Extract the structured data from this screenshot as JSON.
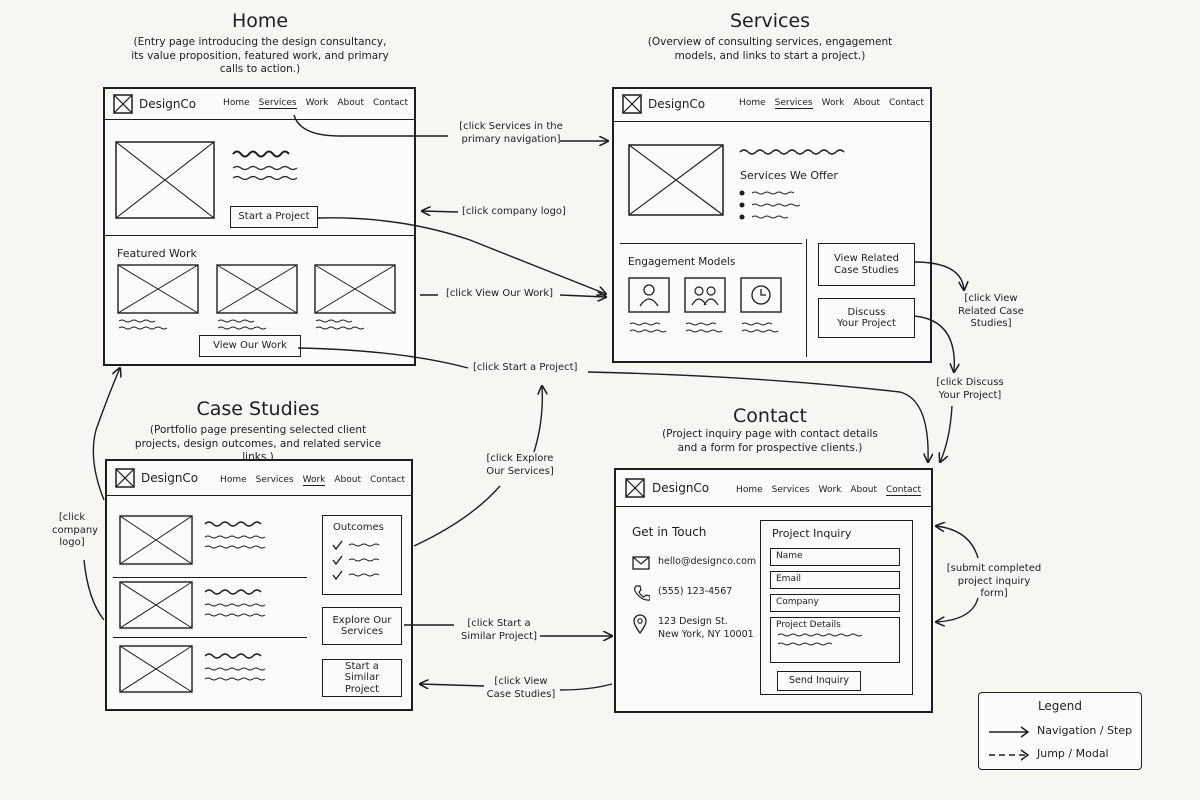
{
  "pages": {
    "home": {
      "title": "Home",
      "description": "(Entry page introducing the design consultancy, its value proposition, featured work, and primary calls to action.)",
      "logo_text": "DesignCo",
      "nav": [
        "Home",
        "Services",
        "Work",
        "About",
        "Contact"
      ],
      "active_nav": "Services",
      "cta_button": "Start a Project",
      "featured_label": "Featured Work",
      "view_work_button": "View Our Work"
    },
    "services": {
      "title": "Services",
      "description": "(Overview of consulting services, engagement models, and links to start a project.)",
      "logo_text": "DesignCo",
      "nav": [
        "Home",
        "Services",
        "Work",
        "About",
        "Contact"
      ],
      "active_nav": "Services",
      "services_heading": "Services We Offer",
      "engagement_label": "Engagement Models",
      "related_button": "View Related Case Studies",
      "discuss_button": "Discuss Your Project"
    },
    "case_studies": {
      "title": "Case Studies",
      "description": "(Portfolio page presenting selected client projects, design outcomes, and related service links.)",
      "logo_text": "DesignCo",
      "nav": [
        "Home",
        "Services",
        "Work",
        "About",
        "Contact"
      ],
      "active_nav": "Work",
      "outcomes_label": "Outcomes",
      "explore_button": "Explore Our Services",
      "similar_button": "Start a Similar Project"
    },
    "contact": {
      "title": "Contact",
      "description": "(Project inquiry page with contact details and a form for prospective clients.)",
      "logo_text": "DesignCo",
      "nav": [
        "Home",
        "Services",
        "Work",
        "About",
        "Contact"
      ],
      "active_nav": "Contact",
      "get_in_touch": "Get in Touch",
      "email": "hello@designco.com",
      "phone": "(555) 123-4567",
      "address_line1": "123 Design St.",
      "address_line2": "New York, NY 10001",
      "form_title": "Project Inquiry",
      "fields": [
        "Name",
        "Email",
        "Company",
        "Project Details"
      ],
      "send_button": "Send Inquiry"
    }
  },
  "annotations": {
    "click_services_nav": "[click Services in the primary navigation]",
    "click_logo_right": "[click company logo]",
    "click_view_work": "[click View Our Work]",
    "click_start_project": "[click Start a Project]",
    "click_view_related": "[click View Related Case Studies]",
    "click_discuss": "[click Discuss Your Project]",
    "click_explore": "[click Explore Our Services]",
    "click_logo_left": "[click company logo]",
    "click_start_similar": "[click Start a Similar Project]",
    "click_view_case": "[click View Case Studies]",
    "submit_form": "[submit completed project inquiry form]"
  },
  "legend": {
    "title": "Legend",
    "items": [
      {
        "label": "Navigation / Step",
        "style": "solid"
      },
      {
        "label": "Jump / Modal",
        "style": "dashed"
      }
    ]
  }
}
